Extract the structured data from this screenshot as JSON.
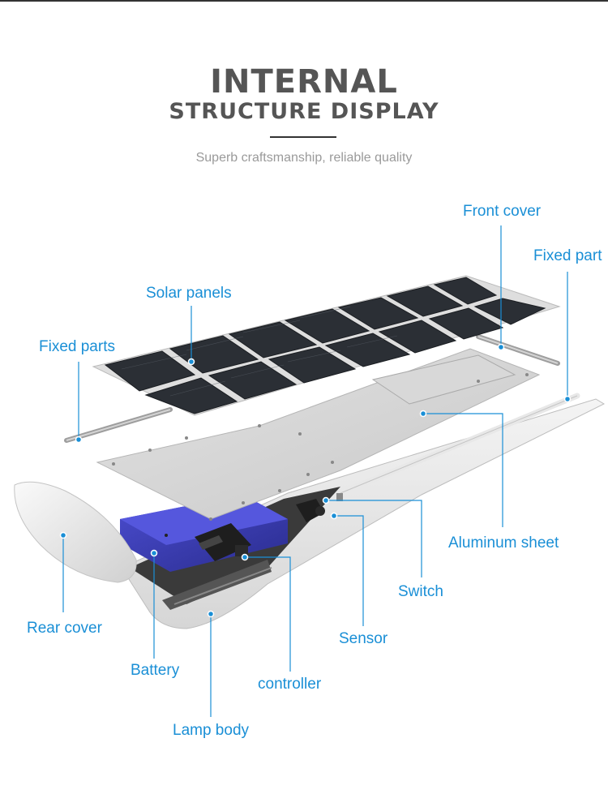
{
  "header": {
    "title_line1": "INTERNAL",
    "title_line2": "STRUCTURE DISPLAY",
    "subtitle": "Superb craftsmanship, reliable quality"
  },
  "labels": {
    "front_cover": "Front cover",
    "fixed_part": "Fixed part",
    "solar_panels": "Solar panels",
    "fixed_parts": "Fixed parts",
    "aluminum_sheet": "Aluminum sheet",
    "switch": "Switch",
    "rear_cover": "Rear cover",
    "sensor": "Sensor",
    "battery": "Battery",
    "controller": "controller",
    "lamp_body": "Lamp body"
  },
  "colors": {
    "accent": "#1a8fd6",
    "title": "#555555",
    "subtitle": "#9a9a9a",
    "battery": "#3d3fb8"
  }
}
